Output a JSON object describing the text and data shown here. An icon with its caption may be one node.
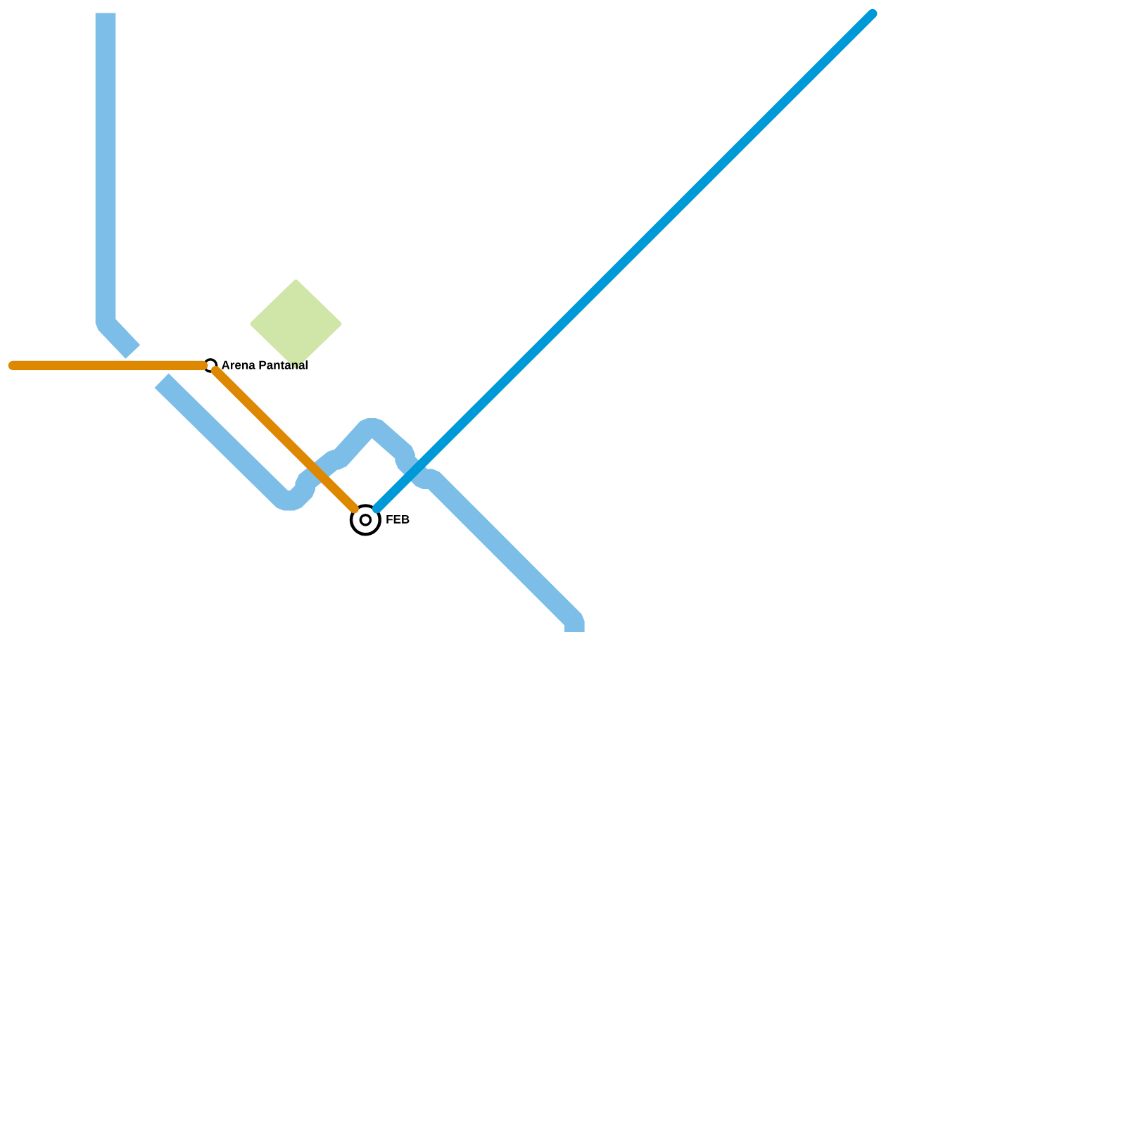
{
  "diagram": {
    "nodes": [
      {
        "text": [
          "Arena Pantanal"
        ]
      },
      {
        "text": [
          "FEB"
        ]
      }
    ],
    "edges": [
      {
        "from": null,
        "to": 0,
        "arrow": "none",
        "color": "#dd8800"
      },
      {
        "from": 0,
        "to": 1,
        "arrow": "none",
        "color": "#dd8800"
      },
      {
        "from": 1,
        "to": null,
        "arrow": "none",
        "color": "#0099d8"
      }
    ]
  }
}
